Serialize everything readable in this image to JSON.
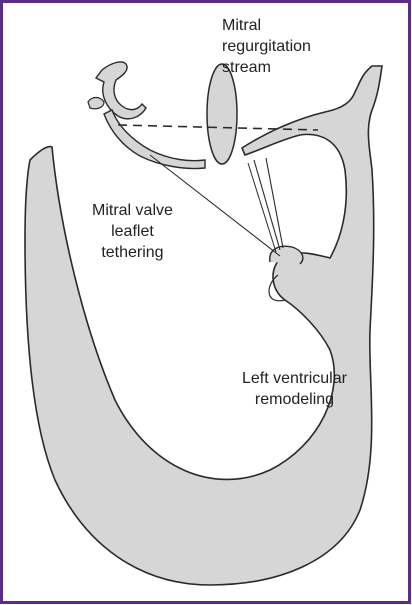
{
  "labels": {
    "mitral_regurgitation": [
      "Mitral",
      "regurgitation",
      "stream"
    ],
    "mitral_valve_leaflet": [
      "Mitral valve",
      "leaflet",
      "tethering"
    ],
    "lv_remodeling": [
      "Left ventricular",
      "remodeling"
    ]
  },
  "colors": {
    "frame": "#5b2d86",
    "tissue_fill": "#d6d6d6",
    "outline": "#2a2a2a"
  }
}
